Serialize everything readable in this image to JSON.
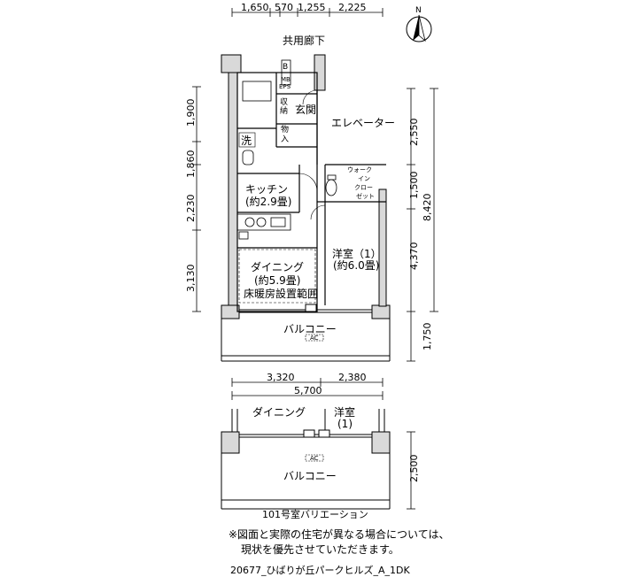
{
  "labels": {
    "corridor": "共用廊下",
    "elevator": "エレベーター",
    "entrance": "玄関",
    "storage": "収納",
    "storage2": "物入",
    "wash": "洗",
    "mb": "MB",
    "eps": "EPS",
    "b": "B",
    "kitchen": "キッチン",
    "kitchen_area": "(約2.9畳)",
    "walkin": [
      "ウォーク",
      "イン",
      "クロー",
      "ゼット"
    ],
    "dining": "ダイニング",
    "dining_area": "(約5.9畳)",
    "floor_heating": "床暖房設置範囲",
    "bedroom": "洋室（1）",
    "bedroom_area": "(約6.0畳)",
    "balcony": "バルコニー",
    "ac": "AC",
    "north": "N",
    "variation_title": "101号室バリエーション",
    "var_dining": "ダイニング",
    "var_bedroom": "洋室",
    "var_bedroom2": "(1)",
    "var_balcony": "バルコニー"
  },
  "dimensions": {
    "top": [
      "1,650",
      "570",
      "1,255",
      "2,225"
    ],
    "left": [
      "1,900",
      "1,860",
      "2,230",
      "3,130"
    ],
    "right": [
      "2,550",
      "1,500",
      "4,370",
      "1,750"
    ],
    "right_total": "8,420",
    "bottom_parts": [
      "3,320",
      "2,380"
    ],
    "bottom_total": "5,700",
    "variation_right": "2,500"
  },
  "footnote": [
    "※図面と実際の住宅が異なる場合については、",
    "現状を優先させていただきます。"
  ],
  "plan_code": "20677_ひばりが丘パークヒルズ_A_1DK"
}
